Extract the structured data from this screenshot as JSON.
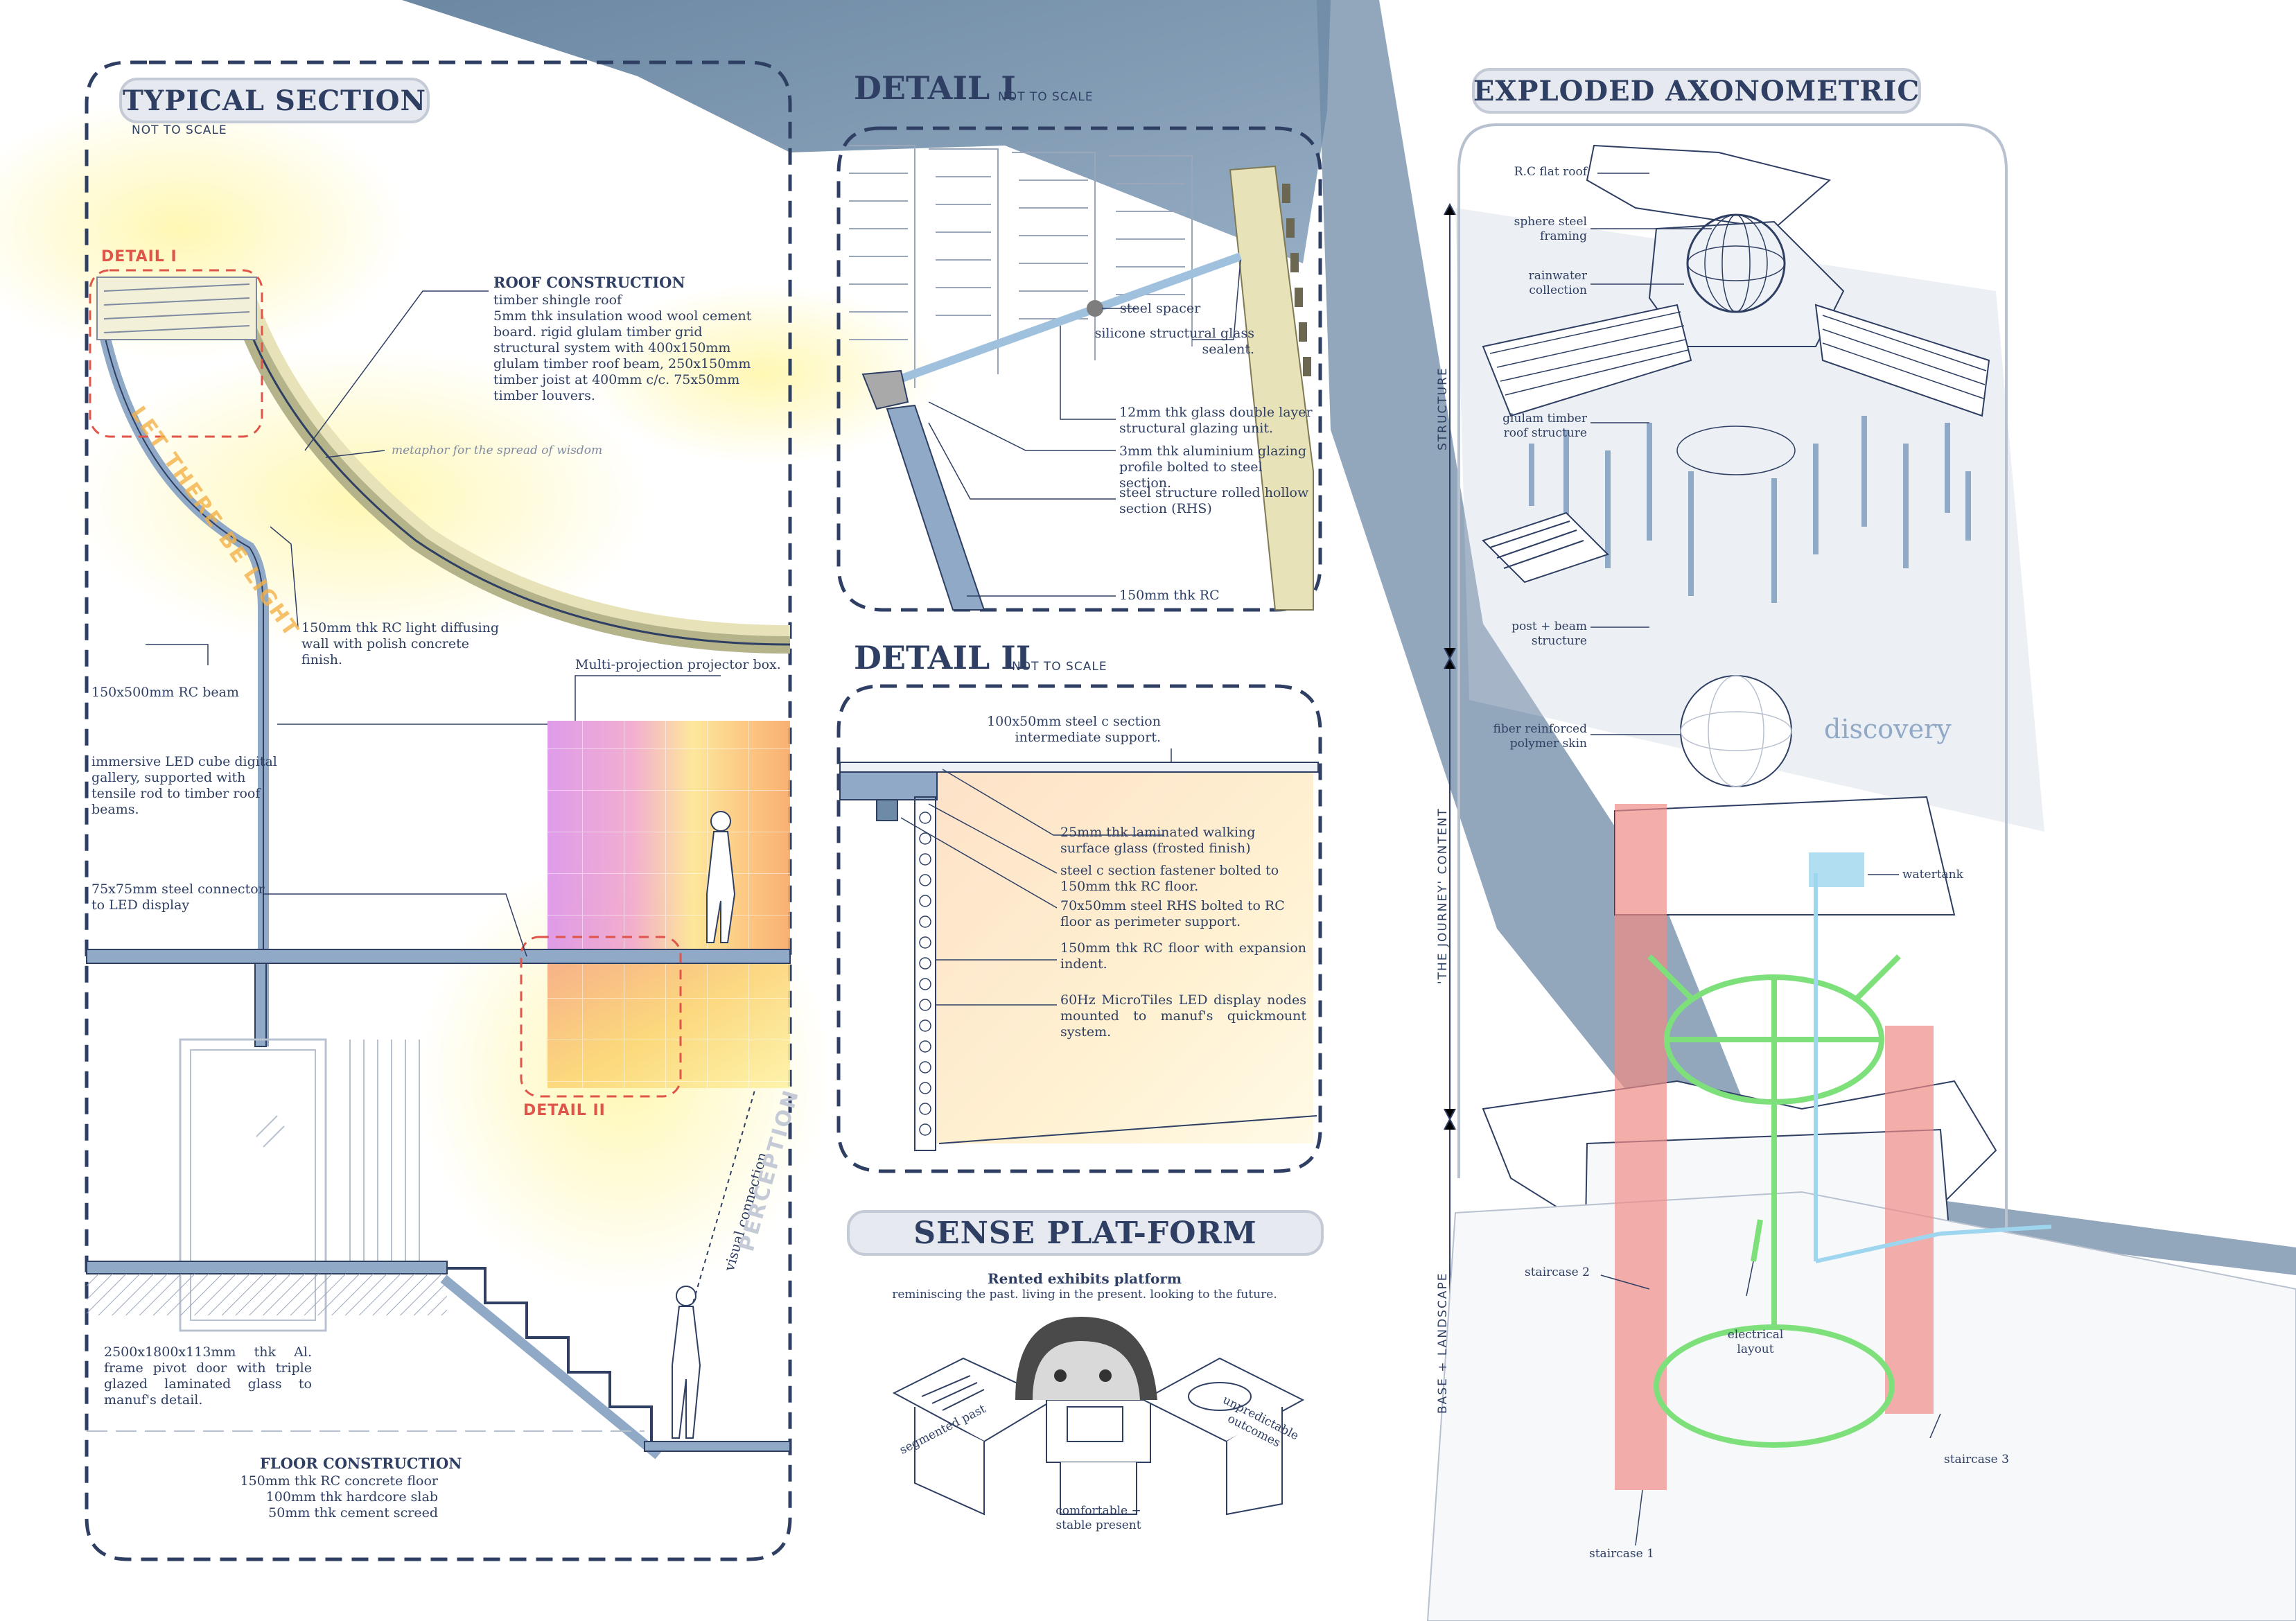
{
  "panels": {
    "typical_section": {
      "title": "TYPICAL SECTION",
      "subtitle": "NOT TO SCALE"
    },
    "detail_1": {
      "title": "DETAIL I",
      "subtitle": "NOT TO SCALE"
    },
    "detail_2": {
      "title": "DETAIL II",
      "subtitle": "NOT TO SCALE"
    },
    "sense_platform": {
      "title": "SENSE PLAT-FORM",
      "heading": "Rented exhibits platform",
      "tagline": "reminiscing the past. living in the present. looking to the future."
    },
    "exploded_axo": {
      "title": "EXPLODED AXONOMETRIC"
    }
  },
  "section_labels": {
    "detail_1_marker": "DETAIL I",
    "detail_2_marker": "DETAIL II",
    "roof_heading": "ROOF CONSTRUCTION",
    "roof_body": "timber shingle roof\n5mm thk insulation wood wool cement board. rigid glulam timber grid structural system with 400x150mm glulam timber roof beam, 250x150mm timber joist at 400mm c/c. 75x50mm timber louvers.",
    "metaphor": "metaphor for the spread of wisdom",
    "let_there_be_light": "LET THERE BE LIGHT",
    "light_wall": "150mm thk RC light diffusing wall with polish concrete finish.",
    "rc_beam": "150x500mm RC beam",
    "projector": "Multi-projection projector box.",
    "led_gallery": "immersive LED cube digital gallery, supported with tensile rod to timber roof beams.",
    "steel_connector": "75x75mm steel connector to LED display",
    "visual_connection": "visual connection",
    "perception": "PERCEPTION",
    "pivot_door": "2500x1800x113mm thk Al. frame pivot door with triple glazed laminated glass to manuf's detail.",
    "floor_heading": "FLOOR CONSTRUCTION",
    "floor_body": "150mm thk RC concrete floor\n100mm thk hardcore slab\n50mm thk cement screed"
  },
  "detail_1_labels": {
    "steel_spacer": "steel spacer",
    "silicone": "silicone structural glass sealent.",
    "glass": "12mm thk glass double layer structural glazing unit.",
    "aluminium": "3mm thk aluminium glazing profile bolted to steel section.",
    "rhs": "steel structure rolled hollow section (RHS)",
    "rc": "150mm thk RC"
  },
  "detail_2_labels": {
    "c_section": "100x50mm steel c section intermediate support.",
    "walking_glass": "25mm thk laminated walking surface glass (frosted finish)",
    "fastener": "steel c section fastener bolted to 150mm thk RC floor.",
    "rhs": "70x50mm steel RHS bolted to RC floor as perimeter support.",
    "floor": "150mm thk RC floor with expansion indent.",
    "microtiles": "60Hz MicroTiles LED display nodes mounted to manuf's quickmount system."
  },
  "sense_labels": {
    "segmented_past": "segmented past",
    "unpredictable": "unpredictable outcomes",
    "comfortable": "comfortable + stable present"
  },
  "axo_labels": {
    "flat_roof": "R.C flat roof",
    "sphere_framing": "sphere steel framing",
    "rainwater": "rainwater collection",
    "glulam": "glulam timber roof structure",
    "post_beam": "post + beam structure",
    "fiber_skin": "fiber reinforced polymer skin",
    "discovery": "discovery",
    "watertank": "watertank",
    "staircase_1": "staircase 1",
    "staircase_2": "staircase 2",
    "staircase_3": "staircase 3",
    "electrical": "electrical layout",
    "structure_axis": "STRUCTURE",
    "journey_axis": "'THE JOURNEY' CONTENT",
    "base_axis": "BASE + LANDSCAPE"
  },
  "colors": {
    "ink": "#2e3f63",
    "accent_red": "#e0554a",
    "steel_blue": "#6d8aa6",
    "frame": "#2e3f63",
    "pink": "#ef8c86",
    "green": "#7ee07a",
    "cyan": "#9fd6ef"
  }
}
